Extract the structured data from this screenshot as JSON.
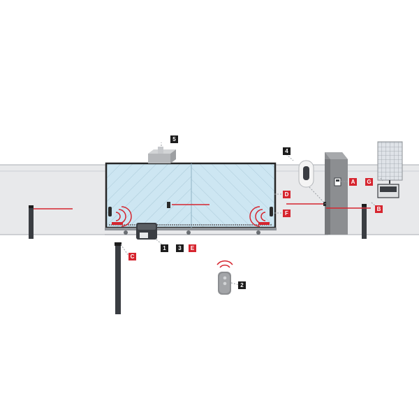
{
  "labels": {
    "numbered": [
      "1",
      "2",
      "3",
      "4",
      "5"
    ],
    "lettered": [
      "A",
      "B",
      "C",
      "D",
      "E",
      "F",
      "G"
    ]
  },
  "colors": {
    "black_tag": "#1c1c1c",
    "red_tag": "#d6252f",
    "beam": "#d6252f",
    "wall": "#e8e9eb",
    "wall_outline": "#a9adb3",
    "gate_glass": "#cde6f2",
    "gate_frame": "#262626",
    "pillar": "#8c8e91",
    "post": "#3a3d42"
  },
  "icons": [
    "gate-motor-icon",
    "remote-control-icon",
    "keypad-icon",
    "flashing-light-icon",
    "photocell-post-icon",
    "solar-panel-icon",
    "battery-box-icon",
    "safety-edge-icon"
  ]
}
